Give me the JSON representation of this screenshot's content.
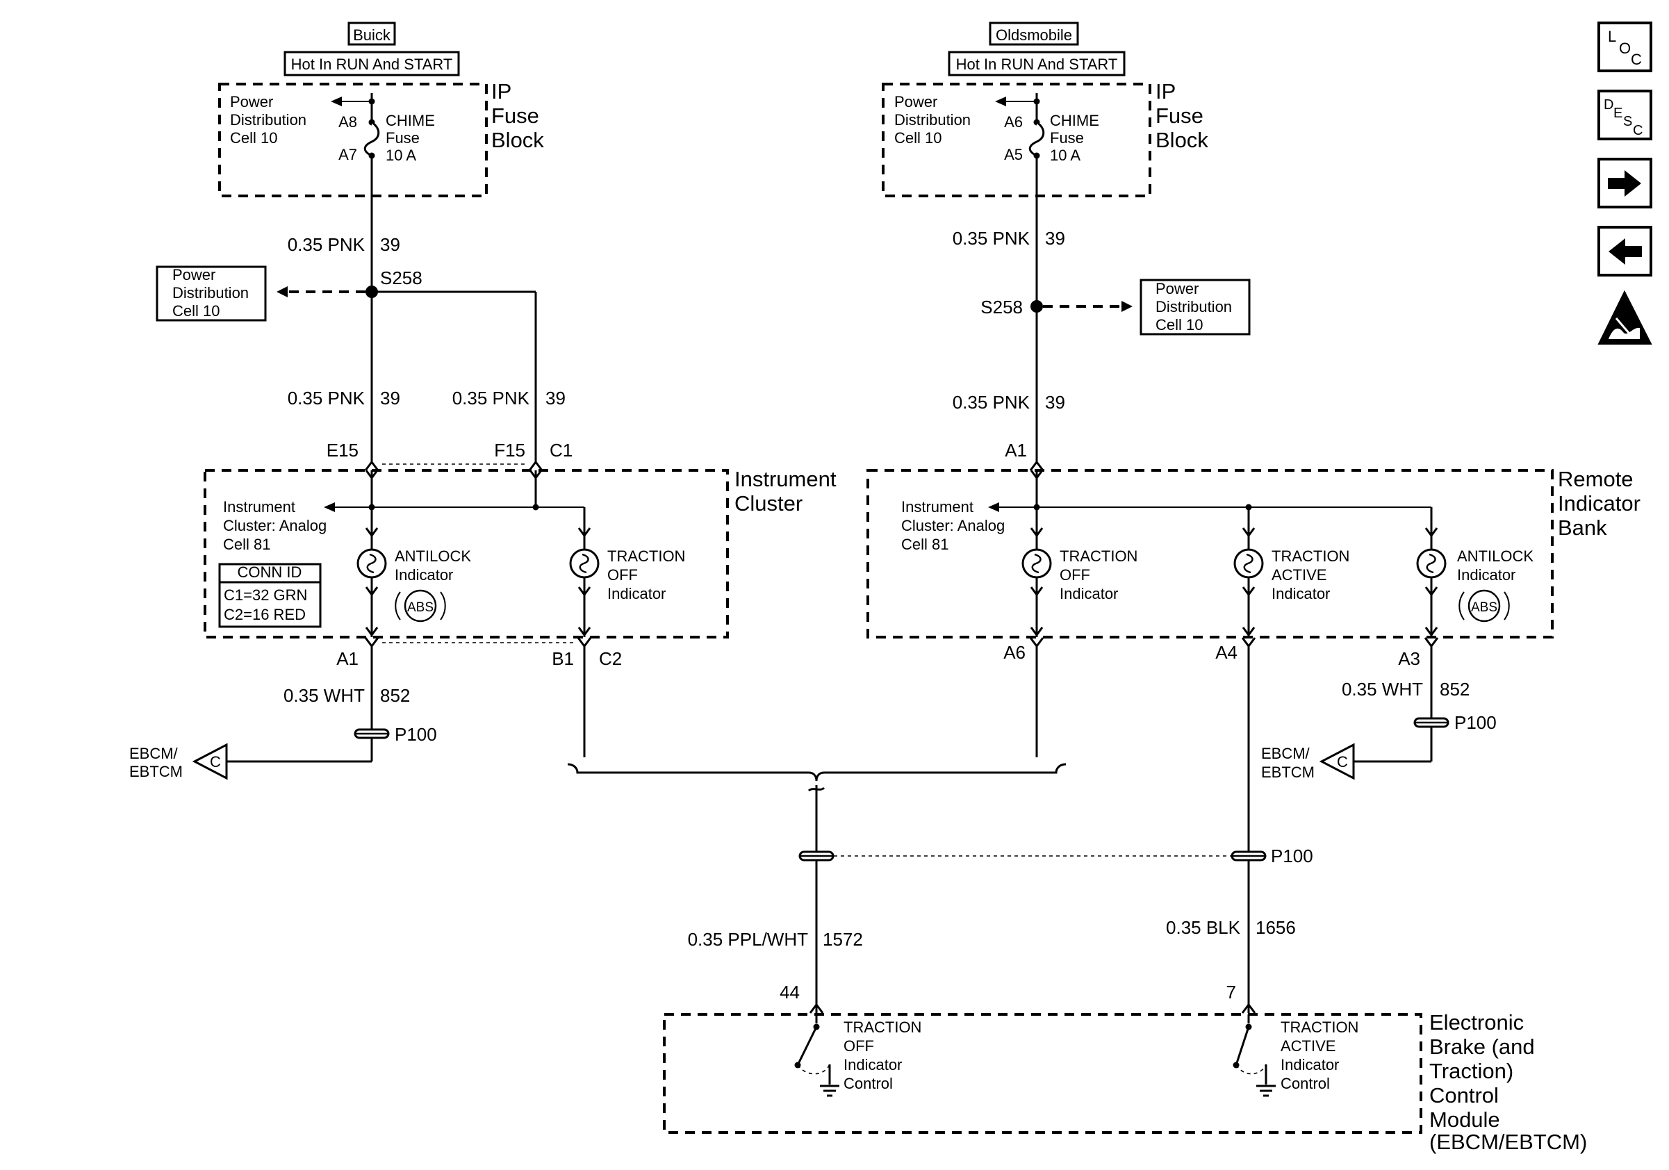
{
  "buick": {
    "title": "Buick",
    "hot": "Hot In RUN And START",
    "pdc_line1": "Power",
    "pdc_line2": "Distribution",
    "pdc_line3": "Cell 10",
    "pin_a8": "A8",
    "pin_a7": "A7",
    "fuse_line1": "CHIME",
    "fuse_line2": "Fuse",
    "fuse_line3": "10 A",
    "ipfb_line1": "IP",
    "ipfb_line2": "Fuse",
    "ipfb_line3": "Block",
    "wire1_size": "0.35 PNK",
    "wire1_circuit": "39",
    "splice": "S258",
    "pd_box_line1": "Power",
    "pd_box_line2": "Distribution",
    "pd_box_line3": "Cell 10",
    "wire2_size": "0.35 PNK",
    "wire2_circuit": "39",
    "wire3_size": "0.35 PNK",
    "wire3_circuit": "39",
    "pin_e15": "E15",
    "pin_f15": "F15",
    "conn_c1": "C1",
    "ic_line1": "Instrument",
    "ic_line2": "Cluster",
    "ica_line1": "Instrument",
    "ica_line2": "Cluster:  Analog",
    "ica_line3": "Cell 81",
    "abs_line1": "ANTILOCK",
    "abs_line2": "Indicator",
    "abs_badge": "ABS",
    "tr_line1": "TRACTION",
    "tr_line2": "OFF",
    "tr_line3": "Indicator",
    "connid_title": "CONN ID",
    "connid_row1": "C1=32 GRN",
    "connid_row2": "C2=16 RED",
    "pin_a1": "A1",
    "pin_b1": "B1",
    "conn_c2": "C2",
    "wire4_size": "0.35 WHT",
    "wire4_circuit": "852",
    "p100": "P100",
    "ebcm_line1": "EBCM/",
    "ebcm_line2": "EBTCM",
    "ebcm_ref": "C"
  },
  "olds": {
    "title": "Oldsmobile",
    "hot": "Hot In RUN And START",
    "pdc_line1": "Power",
    "pdc_line2": "Distribution",
    "pdc_line3": "Cell 10",
    "pin_a6": "A6",
    "pin_a5": "A5",
    "fuse_line1": "CHIME",
    "fuse_line2": "Fuse",
    "fuse_line3": "10 A",
    "ipfb_line1": "IP",
    "ipfb_line2": "Fuse",
    "ipfb_line3": "Block",
    "wire1_size": "0.35 PNK",
    "wire1_circuit": "39",
    "splice": "S258",
    "pd_box_line1": "Power",
    "pd_box_line2": "Distribution",
    "pd_box_line3": "Cell 10",
    "wire2_size": "0.35 PNK",
    "wire2_circuit": "39",
    "pin_a1": "A1",
    "rib_line1": "Remote",
    "rib_line2": "Indicator",
    "rib_line3": "Bank",
    "ica_line1": "Instrument",
    "ica_line2": "Cluster:  Analog",
    "ica_line3": "Cell 81",
    "toff_line1": "TRACTION",
    "toff_line2": "OFF",
    "toff_line3": "Indicator",
    "tact_line1": "TRACTION",
    "tact_line2": "ACTIVE",
    "tact_line3": "Indicator",
    "abs_line1": "ANTILOCK",
    "abs_line2": "Indicator",
    "abs_badge": "ABS",
    "pin_a6b": "A6",
    "pin_a4": "A4",
    "pin_a3": "A3",
    "wire3_size": "0.35 WHT",
    "wire3_circuit": "852",
    "p100a": "P100",
    "ebcm_line1": "EBCM/",
    "ebcm_line2": "EBTCM",
    "ebcm_ref": "C"
  },
  "bottom": {
    "p100": "P100",
    "wire_l_size": "0.35 PPL/WHT",
    "wire_l_circuit": "1572",
    "wire_r_size": "0.35 BLK",
    "wire_r_circuit": "1656",
    "pin_44": "44",
    "pin_7": "7",
    "sw1_line1": "TRACTION",
    "sw1_line2": "OFF",
    "sw1_line3": "Indicator",
    "sw1_line4": "Control",
    "sw2_line1": "TRACTION",
    "sw2_line2": "ACTIVE",
    "sw2_line3": "Indicator",
    "sw2_line4": "Control",
    "mod_line1": "Electronic",
    "mod_line2": "Brake (and",
    "mod_line3": "Traction)",
    "mod_line4": "Control",
    "mod_line5": "Module",
    "mod_line6": "(EBCM/EBTCM)"
  },
  "nav": {
    "loc_l": "L",
    "loc_o": "O",
    "loc_c": "C",
    "desc_d": "D",
    "desc_e": "E",
    "desc_s": "S",
    "desc_c": "C",
    "next_icon": "arrow-right-icon",
    "prev_icon": "arrow-left-icon",
    "esd_icon": "esd-warning-icon"
  }
}
